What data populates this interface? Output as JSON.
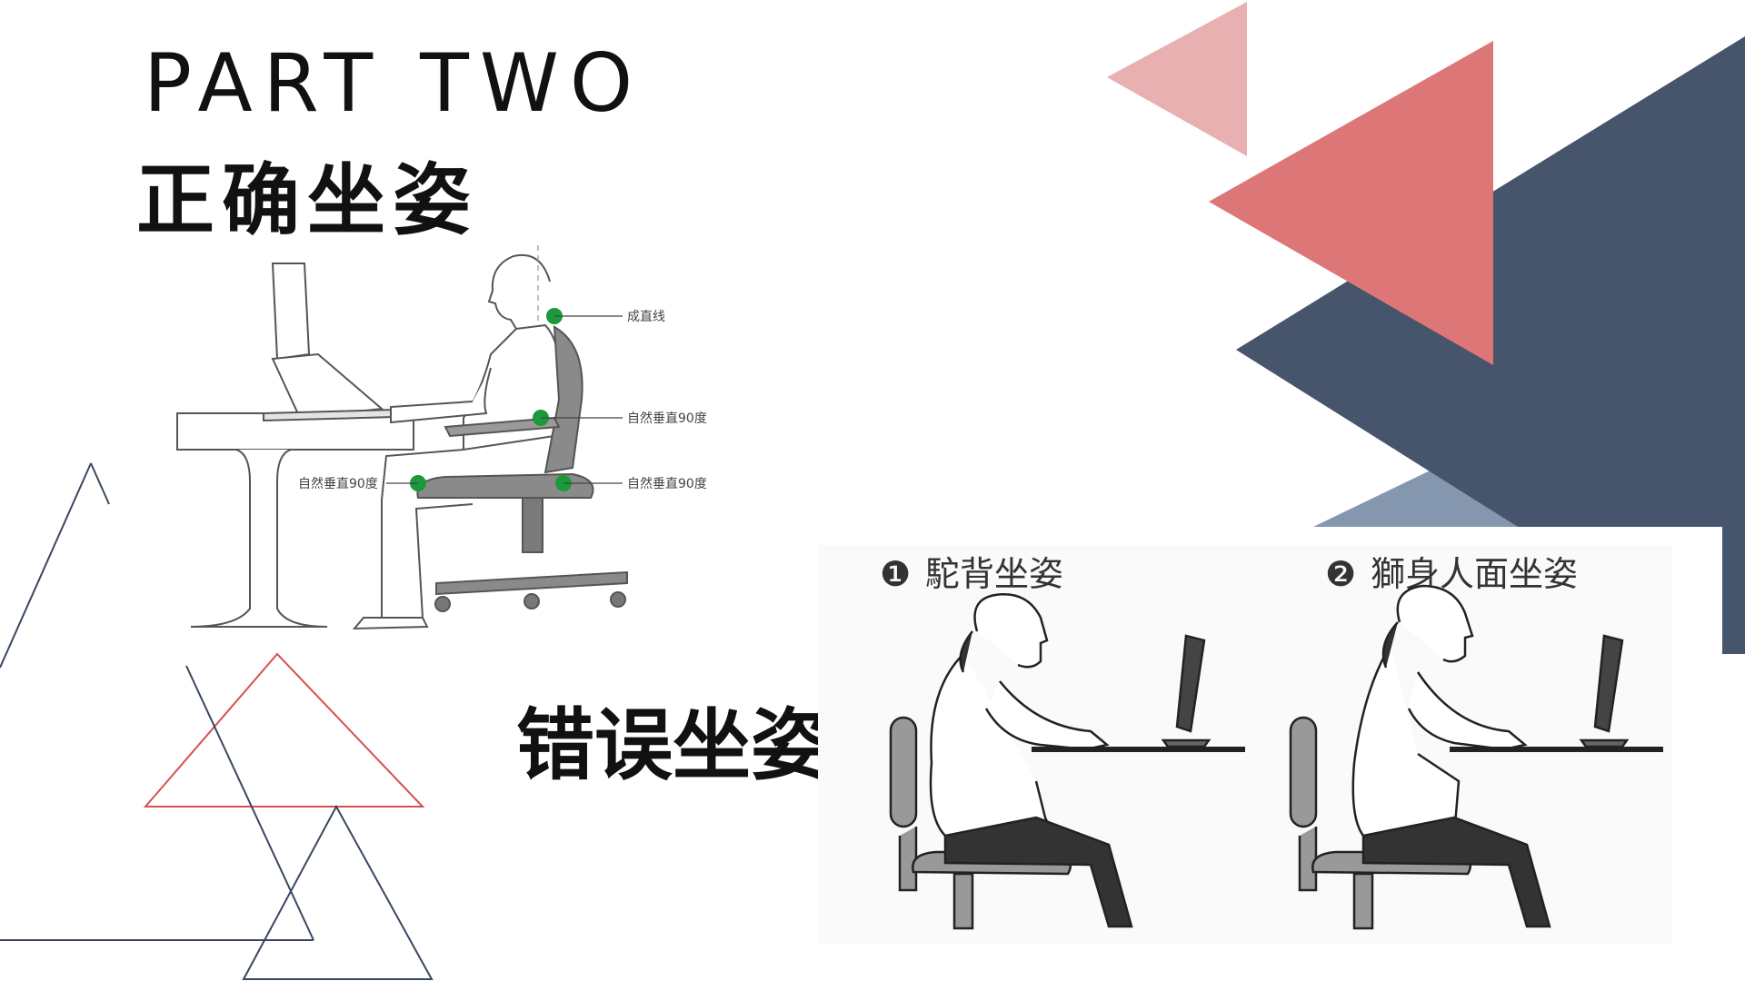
{
  "slide": {
    "part_title": "PART TWO",
    "correct_title": "正确坐姿",
    "wrong_title": "错误坐姿"
  },
  "correct_posture": {
    "labels": {
      "neck": "成直线",
      "elbow": "自然垂直90度",
      "knee": "自然垂直90度",
      "hip": "自然垂直90度"
    },
    "marker_color": "#1a9a3a"
  },
  "wrong_posture": {
    "items": [
      {
        "number": "❶",
        "caption": "駝背坐姿"
      },
      {
        "number": "❷",
        "caption": "獅身人面坐姿"
      }
    ]
  },
  "colors": {
    "navy": "#46556b",
    "coral": "#dd7676",
    "pink": "#e8b0b0",
    "steel": "#8497ae",
    "text": "#111111"
  }
}
